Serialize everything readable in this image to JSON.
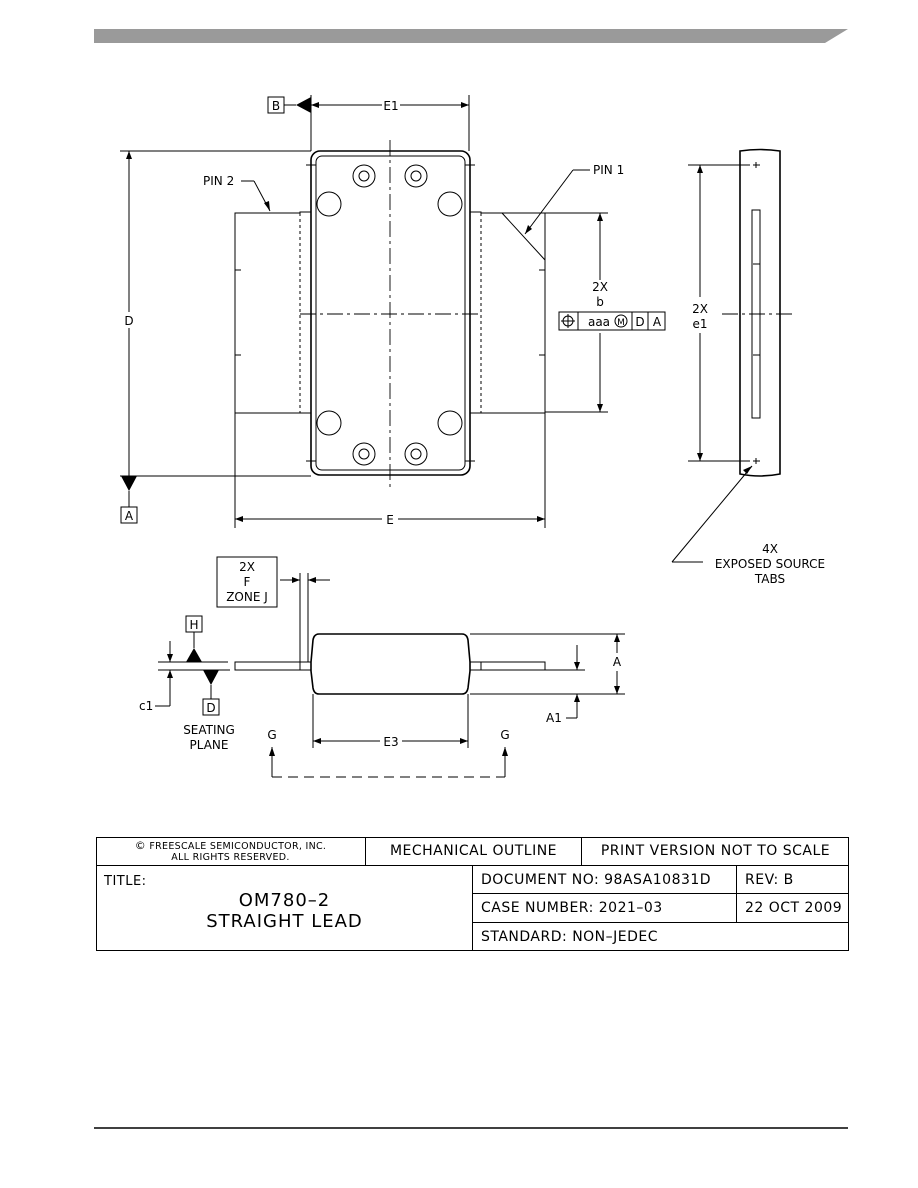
{
  "labels": {
    "e1": "E1",
    "b_datum": "B",
    "a_datum": "A",
    "d_datum": "D",
    "h_datum": "H",
    "pin1": "PIN 1",
    "pin2": "PIN 2",
    "d_dim": "D",
    "e_dim": "E",
    "two_x_b_1": "2X",
    "two_x_b_2": "b",
    "fcf": [
      "⌖",
      "aaa",
      "Ⓜ",
      "D",
      "A"
    ],
    "two_x_e1_1": "2X",
    "two_x_e1_2": "e1",
    "exposed_1": "4X",
    "exposed_2": "EXPOSED SOURCE",
    "exposed_3": "TABS",
    "zone_1": "2X",
    "zone_2": "F",
    "zone_3": "ZONE J",
    "a_dim": "A",
    "a1_dim": "A1",
    "c1_dim": "c1",
    "seating_1": "SEATING",
    "seating_2": "PLANE",
    "e3_dim": "E3",
    "g_left": "G",
    "g_right": "G"
  },
  "title_block": {
    "copyright_line1": "FREESCALE SEMICONDUCTOR, INC.",
    "copyright_line2": "ALL RIGHTS RESERVED.",
    "mechanical_outline": "MECHANICAL OUTLINE",
    "print_version": "PRINT VERSION NOT TO SCALE",
    "title_label": "TITLE:",
    "title_line1": "OM780–2",
    "title_line2": "STRAIGHT LEAD",
    "document_no": "DOCUMENT NO: 98ASA10831D",
    "rev": "REV: B",
    "case_number": "CASE NUMBER: 2021–03",
    "date": "22 OCT 2009",
    "standard": "STANDARD: NON–JEDEC"
  }
}
